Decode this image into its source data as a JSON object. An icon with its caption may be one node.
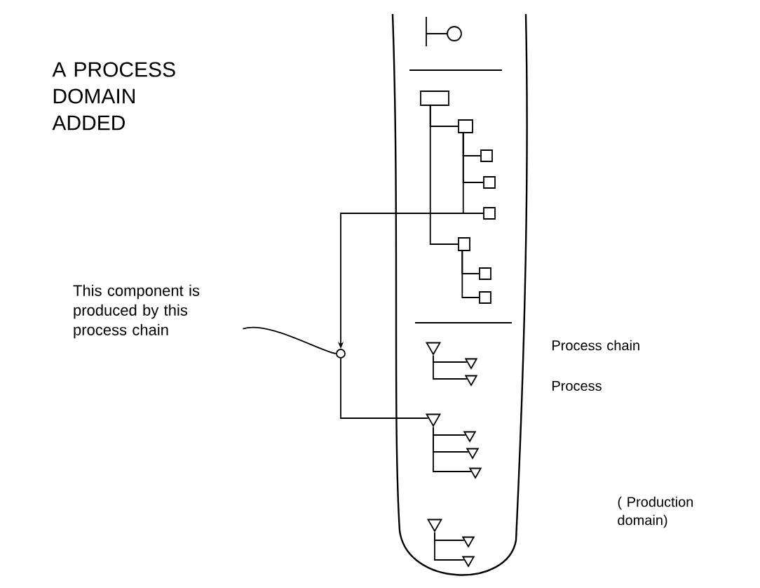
{
  "diagram": {
    "title": "A PROCESS DOMAIN ADDED",
    "nodes": [
      {
        "text": [],
        "shape": "box"
      },
      {
        "text": [],
        "shape": "box"
      },
      {
        "text": [],
        "shape": "box"
      },
      {
        "text": [],
        "shape": "box"
      },
      {
        "text": [],
        "shape": "box"
      },
      {
        "text": [],
        "shape": "box"
      },
      {
        "text": [],
        "shape": "box"
      },
      {
        "text": [],
        "shape": "box"
      },
      {
        "text": [],
        "shape": "triangle"
      },
      {
        "text": [],
        "shape": "triangle"
      },
      {
        "text": [],
        "shape": "triangle"
      },
      {
        "text": [],
        "shape": "triangle"
      },
      {
        "text": [],
        "shape": "triangle"
      },
      {
        "text": [],
        "shape": "triangle"
      },
      {
        "text": [],
        "shape": "triangle"
      },
      {
        "text": [],
        "shape": "triangle"
      },
      {
        "text": [],
        "shape": "triangle"
      },
      {
        "text": [],
        "shape": "triangle"
      },
      {
        "text": [
          "This component is produced by this process chain"
        ]
      },
      {
        "text": [],
        "shape": "circle"
      }
    ],
    "edges": [
      {
        "from": 0,
        "to": 1,
        "arrow": "none"
      },
      {
        "from": 1,
        "to": 2,
        "arrow": "none"
      },
      {
        "from": 1,
        "to": 3,
        "arrow": "none"
      },
      {
        "from": 1,
        "to": 4,
        "arrow": "none"
      },
      {
        "from": 0,
        "to": 5,
        "arrow": "none"
      },
      {
        "from": 5,
        "to": 6,
        "arrow": "none"
      },
      {
        "from": 5,
        "to": 7,
        "arrow": "none"
      },
      {
        "from": 8,
        "to": 9,
        "arrow": "none"
      },
      {
        "from": 8,
        "to": 10,
        "arrow": "none"
      },
      {
        "from": 11,
        "to": 12,
        "arrow": "none"
      },
      {
        "from": 11,
        "to": 13,
        "arrow": "none"
      },
      {
        "from": 11,
        "to": 14,
        "arrow": "none"
      },
      {
        "from": 15,
        "to": 16,
        "arrow": "none"
      },
      {
        "from": 15,
        "to": 17,
        "arrow": "none"
      },
      {
        "from": 4,
        "to": 19,
        "arrow": "to"
      },
      {
        "from": 19,
        "to": 11,
        "arrow": "none"
      },
      {
        "from": 18,
        "to": 19,
        "arrow": "none"
      }
    ],
    "labels": [
      "Process chain",
      "Process",
      "( Production domain)"
    ]
  }
}
